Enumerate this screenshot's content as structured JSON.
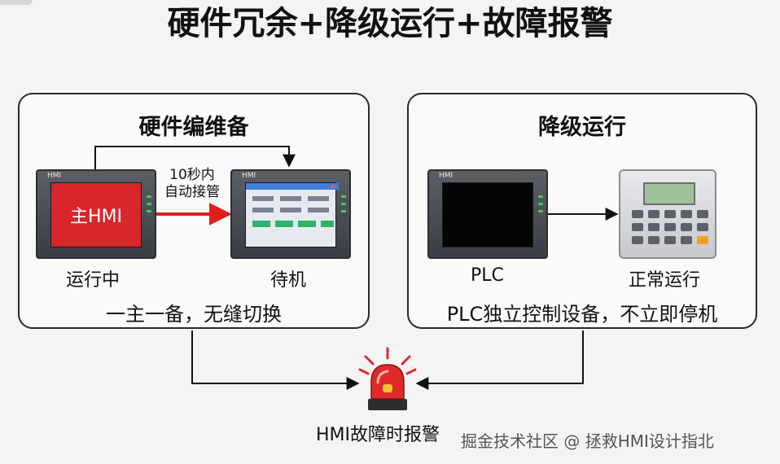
{
  "title": "硬件冗余+降级运行+故障报警",
  "left_panel": {
    "title": "硬件编维备",
    "main_hmi": {
      "label": "HMI",
      "screen_text": "主HMI",
      "caption": "运行中"
    },
    "arrow_label_line1": "10秒内",
    "arrow_label_line2": "自动接管",
    "standby_hmi": {
      "label": "HMI",
      "caption": "待机"
    },
    "note": "一主一备，无缝切换"
  },
  "right_panel": {
    "title": "降级运行",
    "plc_hmi": {
      "label": "HMI",
      "caption": "PLC"
    },
    "keypad_caption": "正常运行",
    "note": "PLC独立控制设备，不立即停机"
  },
  "alarm": {
    "text": "HMI故障时报警"
  },
  "watermark": "掘金技术社区 @ 拯救HMI设计指北",
  "colors": {
    "alarm_red": "#e02a2a",
    "main_hmi_red": "#d9262b",
    "arrow_red": "#e01e1e",
    "led_green": "#3ccf5a"
  },
  "icons": [
    "hmi-panel-icon",
    "siren-alarm-icon",
    "plc-keypad-icon"
  ]
}
